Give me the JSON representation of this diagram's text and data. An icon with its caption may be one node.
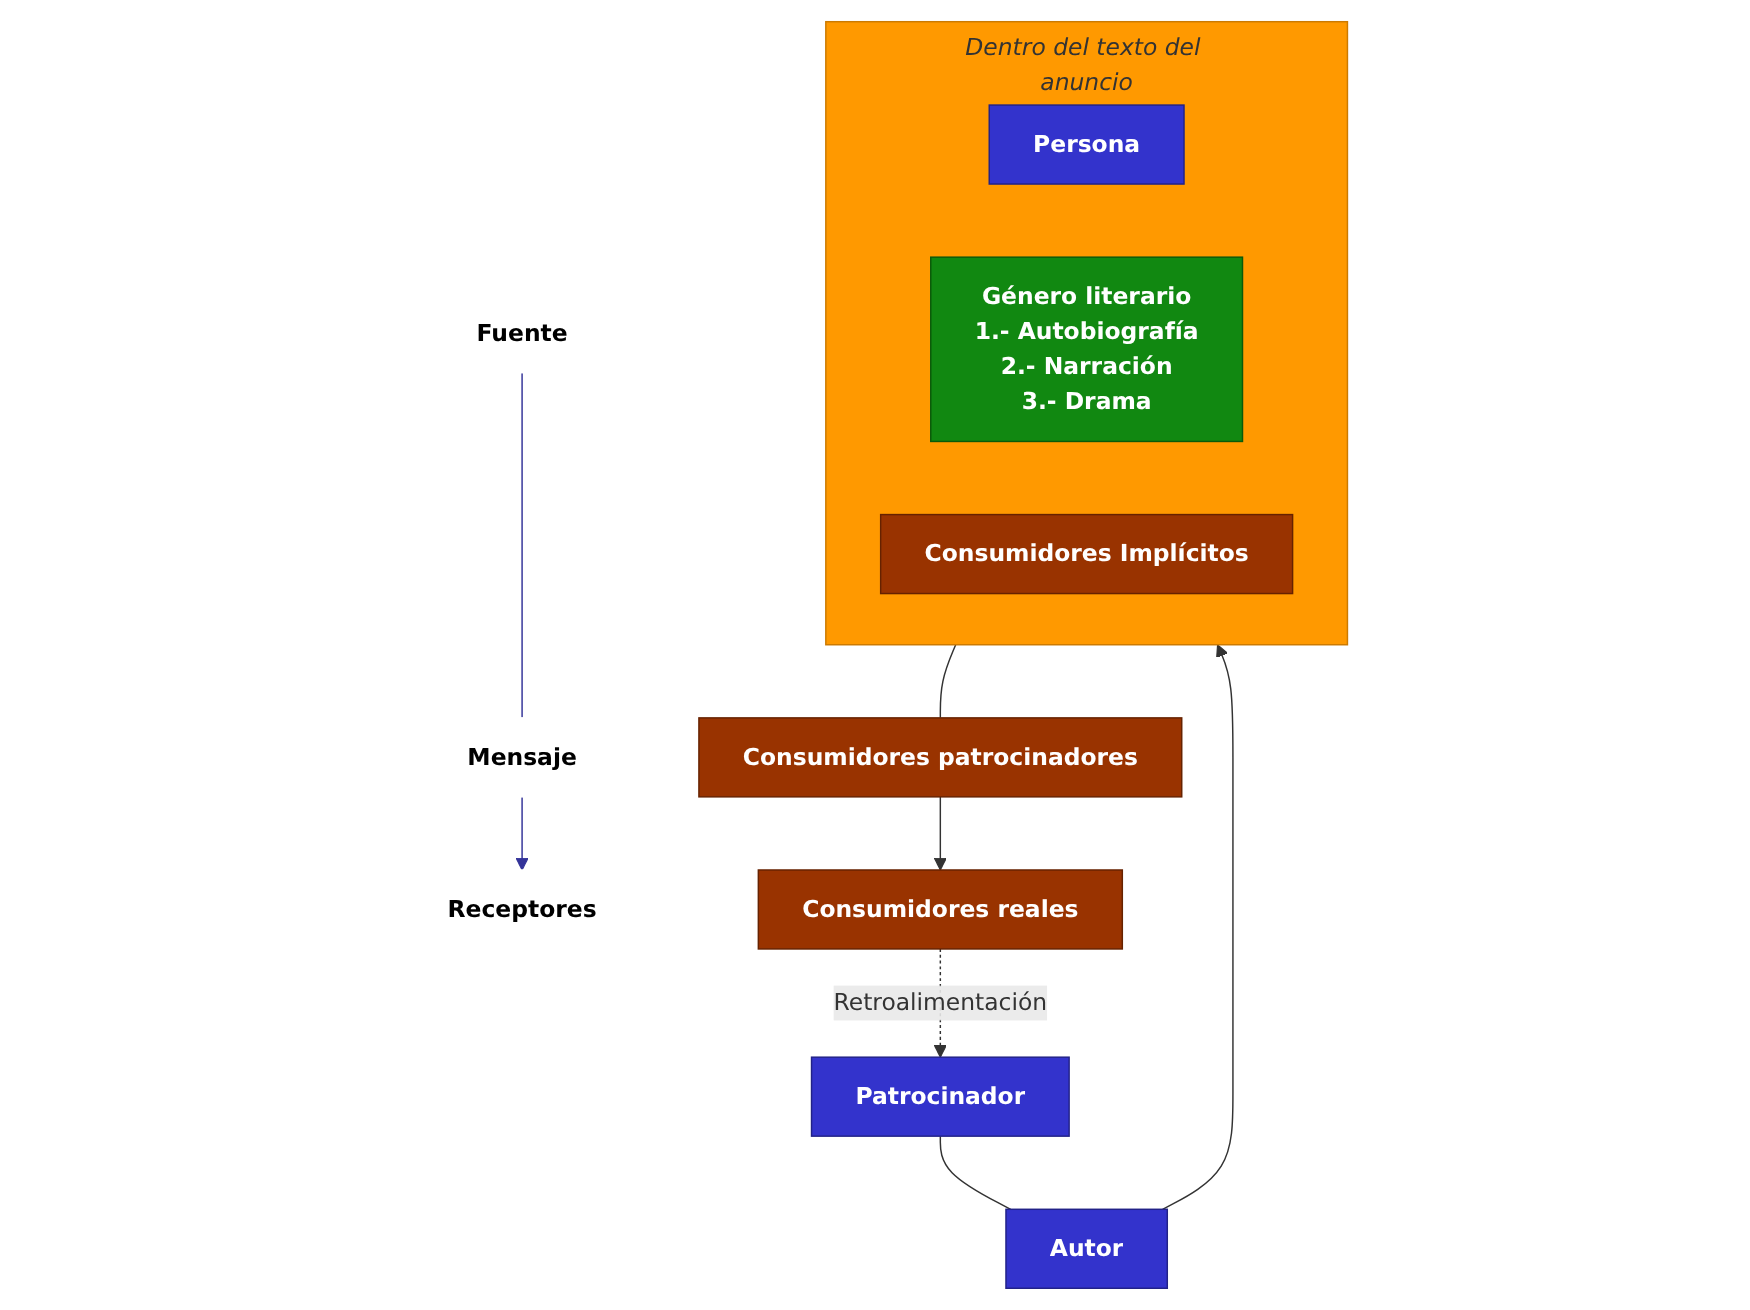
{
  "diagram": {
    "nodes": [
      {
        "text": [
          "Fuente"
        ]
      },
      {
        "text": [
          "Mensaje"
        ]
      },
      {
        "text": [
          "Receptores"
        ]
      },
      {
        "text": [
          "Patrocinador"
        ]
      },
      {
        "text": [
          "Autor"
        ]
      },
      {
        "text": [
          "Dentro del texto del anuncio"
        ]
      },
      {
        "text": [
          "Persona"
        ],
        "in": 5
      },
      {
        "text": [
          "Género literario",
          "1.- Autobiografía",
          "2.- Narración",
          "3.- Drama"
        ],
        "in": 5
      },
      {
        "text": [
          "Consumidores Implícitos"
        ],
        "in": 5
      },
      {
        "text": [
          "Consumidores patrocinadores"
        ]
      },
      {
        "text": [
          "Consumidores reales"
        ]
      }
    ],
    "edges": [
      {
        "from": 0,
        "to": 1,
        "arrow": "none",
        "color": "#333399"
      },
      {
        "from": 1,
        "to": 2,
        "arrow": "to",
        "color": "#333399"
      },
      {
        "from": 3,
        "to": 4,
        "arrow": "none"
      },
      {
        "from": 4,
        "to": 5,
        "arrow": "to"
      },
      {
        "from": 5,
        "to": 9,
        "arrow": "none"
      },
      {
        "from": 9,
        "to": 10,
        "arrow": "to"
      },
      {
        "from": 10,
        "to": 3,
        "arrow": "to",
        "style": "dashed",
        "label": "Retroalimentación"
      }
    ]
  }
}
